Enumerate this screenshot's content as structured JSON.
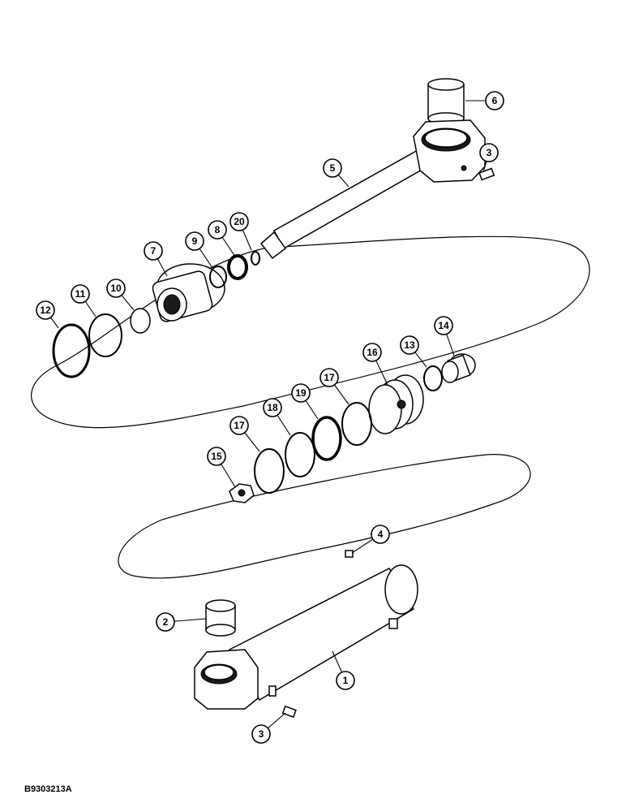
{
  "figure_code": "B9303213A",
  "callouts": [
    {
      "label": "1"
    },
    {
      "label": "2"
    },
    {
      "label": "3"
    },
    {
      "label": "3"
    },
    {
      "label": "4"
    },
    {
      "label": "5"
    },
    {
      "label": "6"
    },
    {
      "label": "7"
    },
    {
      "label": "8"
    },
    {
      "label": "9"
    },
    {
      "label": "10"
    },
    {
      "label": "11"
    },
    {
      "label": "12"
    },
    {
      "label": "13"
    },
    {
      "label": "14"
    },
    {
      "label": "15"
    },
    {
      "label": "16"
    },
    {
      "label": "17"
    },
    {
      "label": "17"
    },
    {
      "label": "18"
    },
    {
      "label": "19"
    },
    {
      "label": "20"
    }
  ]
}
